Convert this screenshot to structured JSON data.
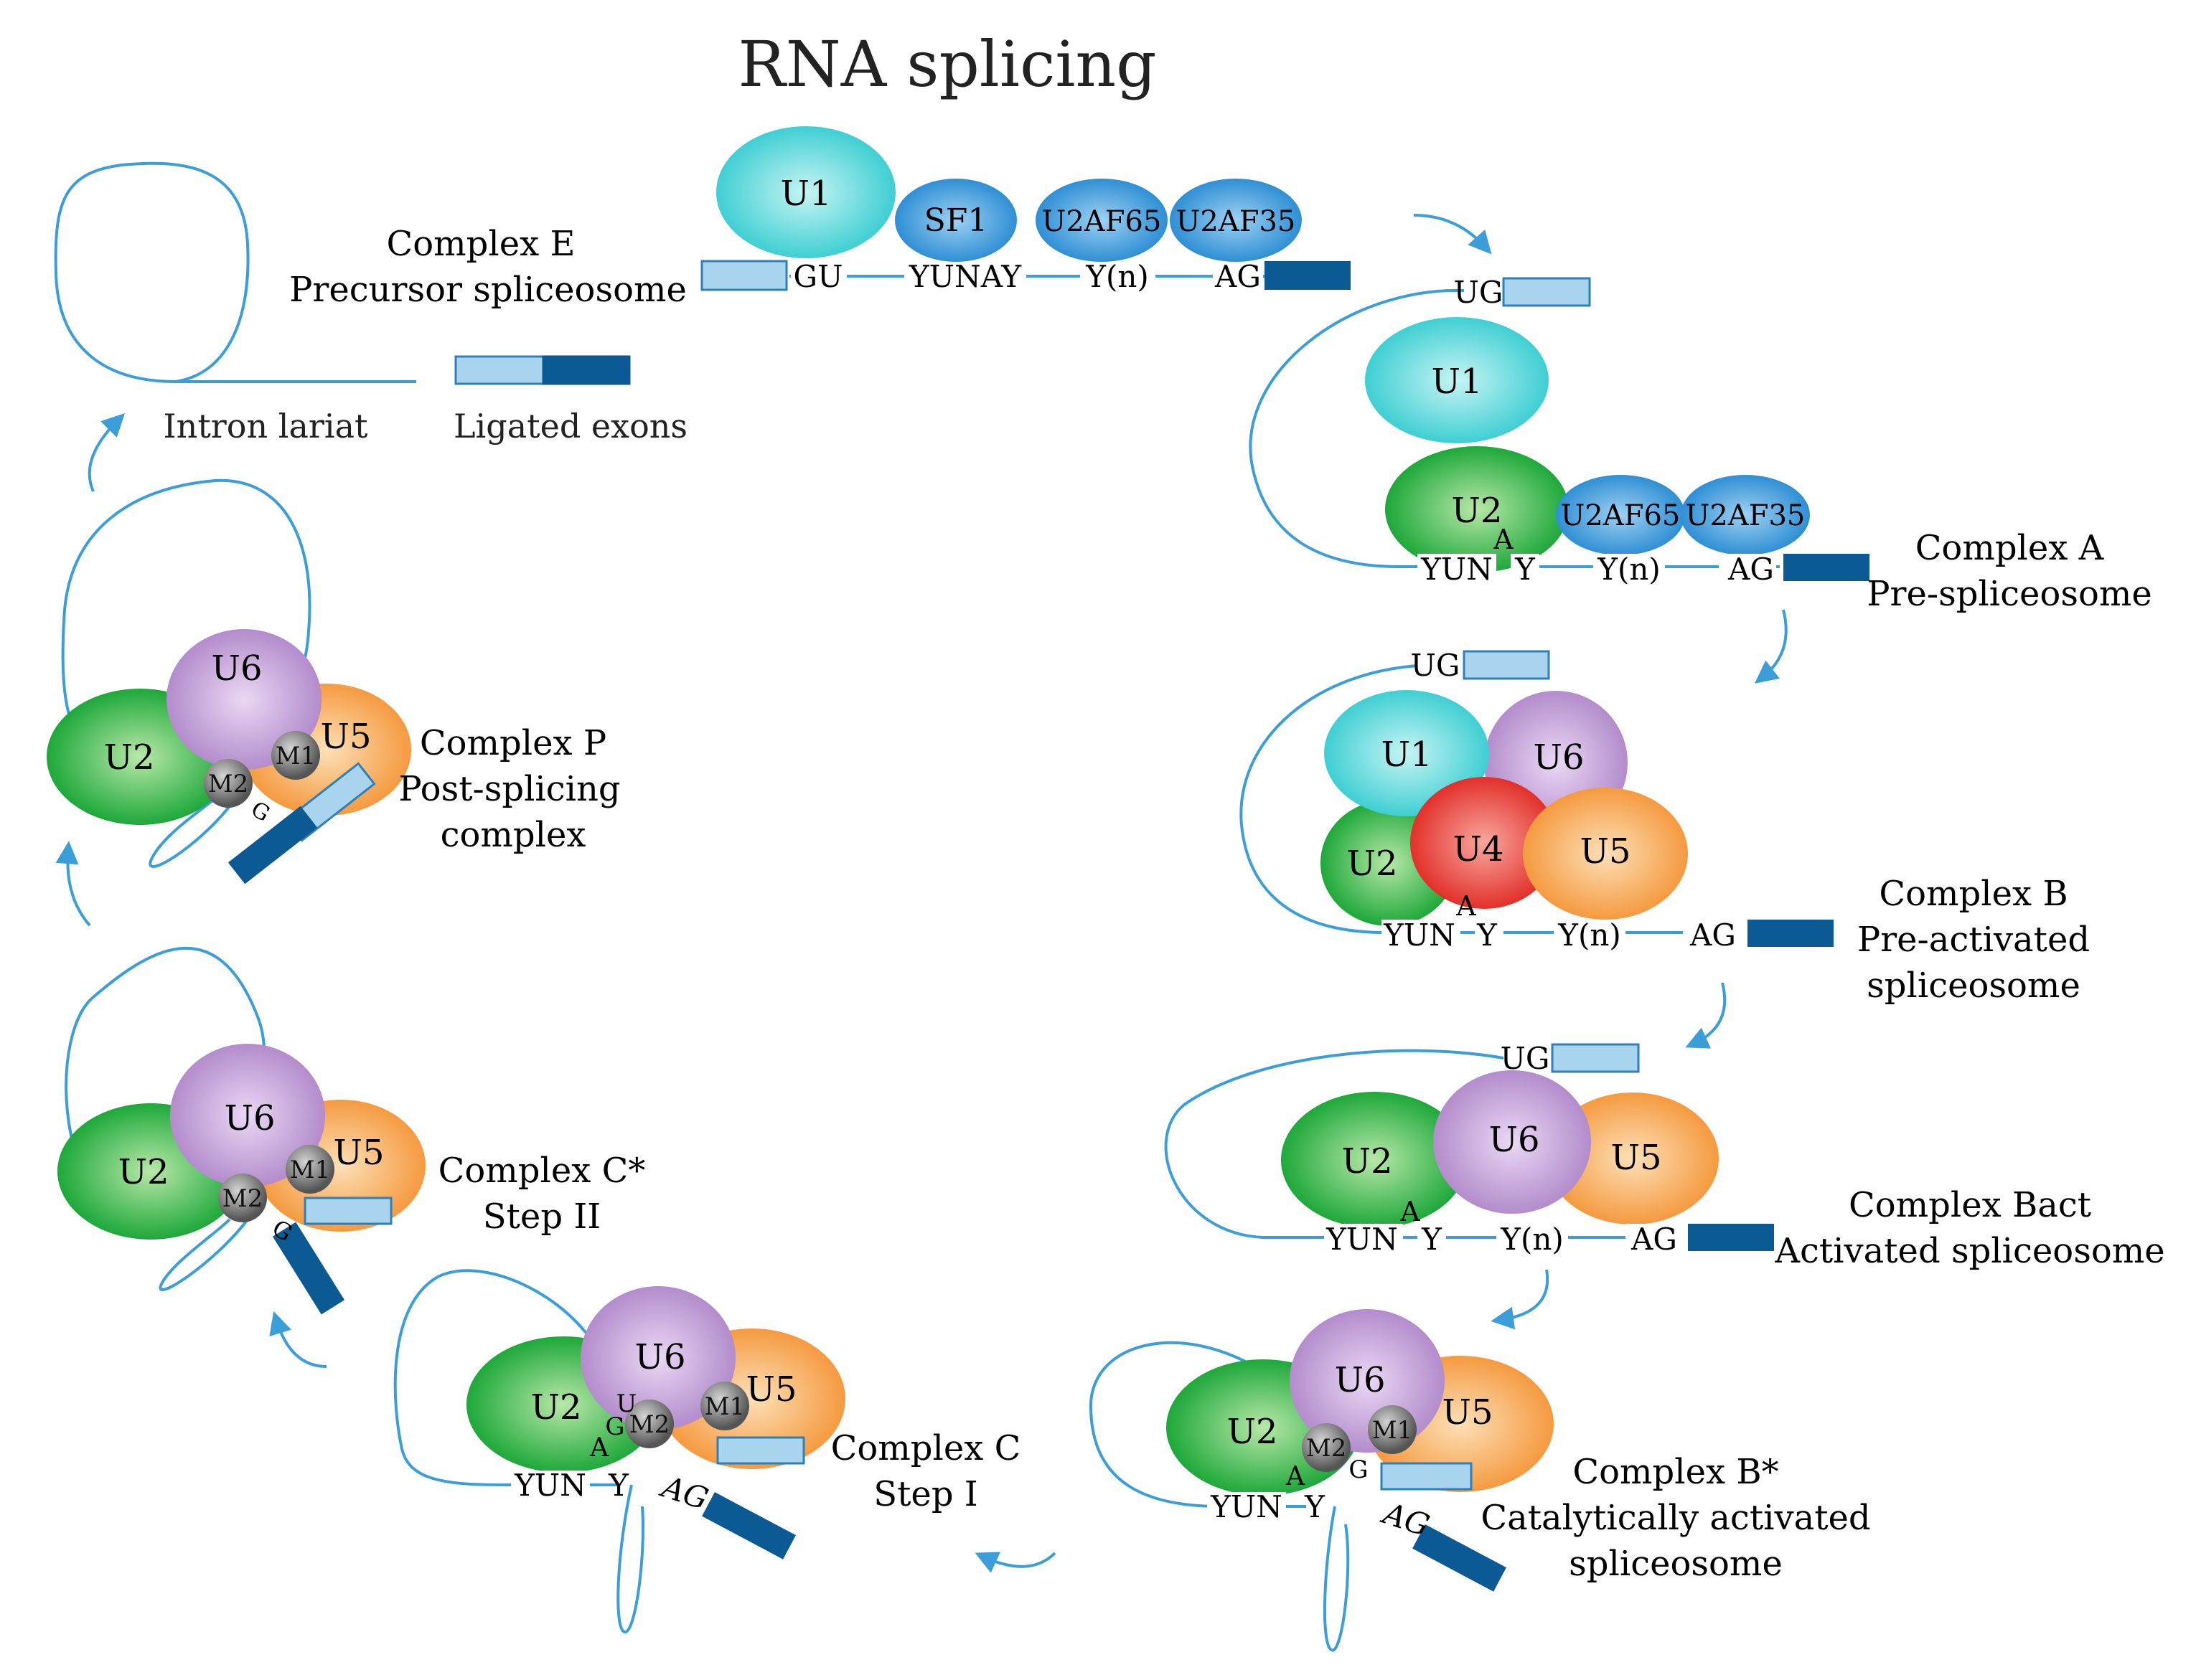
{
  "title": "RNA splicing",
  "colors": {
    "rna_line": "#3b9ed8",
    "exon_light": "#a8d4ee",
    "exon_dark": "#0c5a94",
    "U1": "#3fcfd3",
    "SF1": "#2f8fd4",
    "U2AF": "#2f8fd4",
    "U2": "#22ac3c",
    "U6": "#b590cc",
    "U4": "#e43a34",
    "U5": "#f5a04a",
    "M": "#666666",
    "text": "#222222"
  },
  "complex_e": {
    "name": "Complex E",
    "desc": "Precursor spliceosome",
    "proteins": {
      "u1": "U1",
      "sf1": "SF1",
      "u2af65": "U2AF65",
      "u2af35": "U2AF35"
    },
    "seq": {
      "gu": "GU",
      "yunay": "YUNAY",
      "yn": "Y(n)",
      "ag": "AG"
    }
  },
  "complex_a": {
    "name": "Complex A",
    "desc": "Pre-spliceosome",
    "proteins": {
      "u1": "U1",
      "u2": "U2",
      "u2af65": "U2AF65",
      "u2af35": "U2AF35"
    },
    "seq": {
      "ug": "UG",
      "yun": "YUN",
      "a": "A",
      "y": "Y",
      "yn": "Y(n)",
      "ag": "AG"
    }
  },
  "complex_b": {
    "name": "Complex B",
    "desc1": "Pre-activated",
    "desc2": "spliceosome",
    "proteins": {
      "u1": "U1",
      "u6": "U6",
      "u2": "U2",
      "u4": "U4",
      "u5": "U5"
    },
    "seq": {
      "ug": "UG",
      "yun": "YUN",
      "a": "A",
      "y": "Y",
      "yn": "Y(n)",
      "ag": "AG"
    }
  },
  "complex_bact": {
    "name": "Complex Bact",
    "desc": "Activated spliceosome",
    "proteins": {
      "u2": "U2",
      "u6": "U6",
      "u5": "U5"
    },
    "seq": {
      "ug": "UG",
      "yun": "YUN",
      "a": "A",
      "y": "Y",
      "yn": "Y(n)",
      "ag": "AG"
    }
  },
  "complex_bstar": {
    "name": "Complex B*",
    "desc1": "Catalytically activated",
    "desc2": "spliceosome",
    "proteins": {
      "u2": "U2",
      "u6": "U6",
      "u5": "U5",
      "m1": "M1",
      "m2": "M2"
    },
    "seq": {
      "yun": "YUN",
      "a": "A",
      "g": "G",
      "y": "Y",
      "ag": "AG"
    }
  },
  "complex_c": {
    "name": "Complex C",
    "desc": "Step I",
    "proteins": {
      "u2": "U2",
      "u6": "U6",
      "u5": "U5",
      "m1": "M1",
      "m2": "M2"
    },
    "seq": {
      "yun": "YUN",
      "a": "A",
      "g": "G",
      "u": "U",
      "y": "Y",
      "ag": "AG"
    }
  },
  "complex_cstar": {
    "name": "Complex C*",
    "desc": "Step II",
    "proteins": {
      "u2": "U2",
      "u6": "U6",
      "u5": "U5",
      "m1": "M1",
      "m2": "M2"
    },
    "seq": {
      "g": "G"
    }
  },
  "complex_p": {
    "name": "Complex P",
    "desc1": "Post-splicing",
    "desc2": "complex",
    "proteins": {
      "u2": "U2",
      "u6": "U6",
      "u5": "U5",
      "m1": "M1",
      "m2": "M2"
    },
    "seq": {
      "g": "G"
    }
  },
  "products": {
    "lariat": "Intron lariat",
    "exons": "Ligated exons"
  }
}
